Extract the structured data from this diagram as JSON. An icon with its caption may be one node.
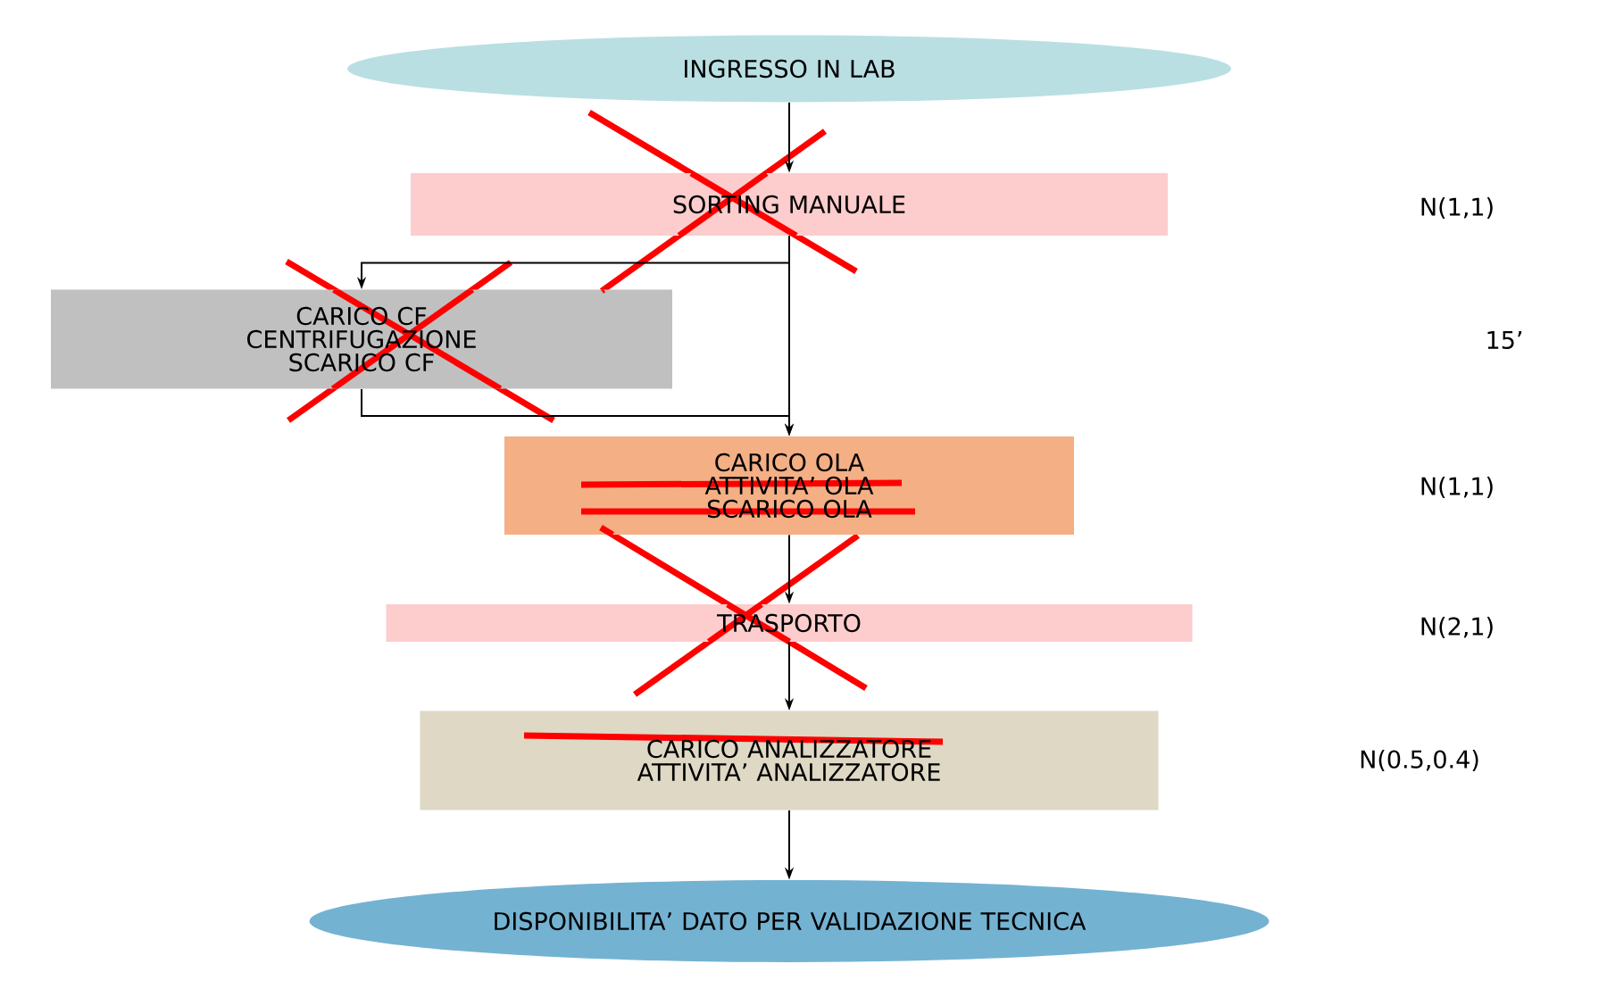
{
  "diagram": {
    "nodes": [
      {
        "text": [
          "INGRESSO IN LAB"
        ]
      },
      {
        "text": [
          "SORTING MANUALE"
        ]
      },
      {
        "text": [
          "CARICO CF",
          "CENTRIFUGAZIONE",
          "SCARICO CF"
        ]
      },
      {
        "text": [
          "CARICO OLA",
          "ATTIVITA’ OLA",
          "SCARICO OLA"
        ]
      },
      {
        "text": [
          "TRASPORTO"
        ]
      },
      {
        "text": [
          "CARICO ANALIZZATORE",
          "ATTIVITA’ ANALIZZATORE"
        ]
      },
      {
        "text": [
          "DISPONIBILITA’ DATO PER VALIDAZIONE TECNICA"
        ]
      }
    ],
    "edges": [
      {
        "from": 0,
        "to": 1,
        "arrow": "to"
      },
      {
        "from": 1,
        "to": 2,
        "arrow": "to"
      },
      {
        "from": 1,
        "to": 3,
        "arrow": "to"
      },
      {
        "from": 2,
        "to": 3,
        "arrow": "to"
      },
      {
        "from": 3,
        "to": 4,
        "arrow": "to"
      },
      {
        "from": 4,
        "to": 5,
        "arrow": "to"
      },
      {
        "from": 5,
        "to": 6,
        "arrow": "to"
      }
    ],
    "labels": [
      "N(1,1)",
      "15’",
      "N(1,1)",
      "N(2,1)",
      "N(0.5,0.4)"
    ]
  }
}
